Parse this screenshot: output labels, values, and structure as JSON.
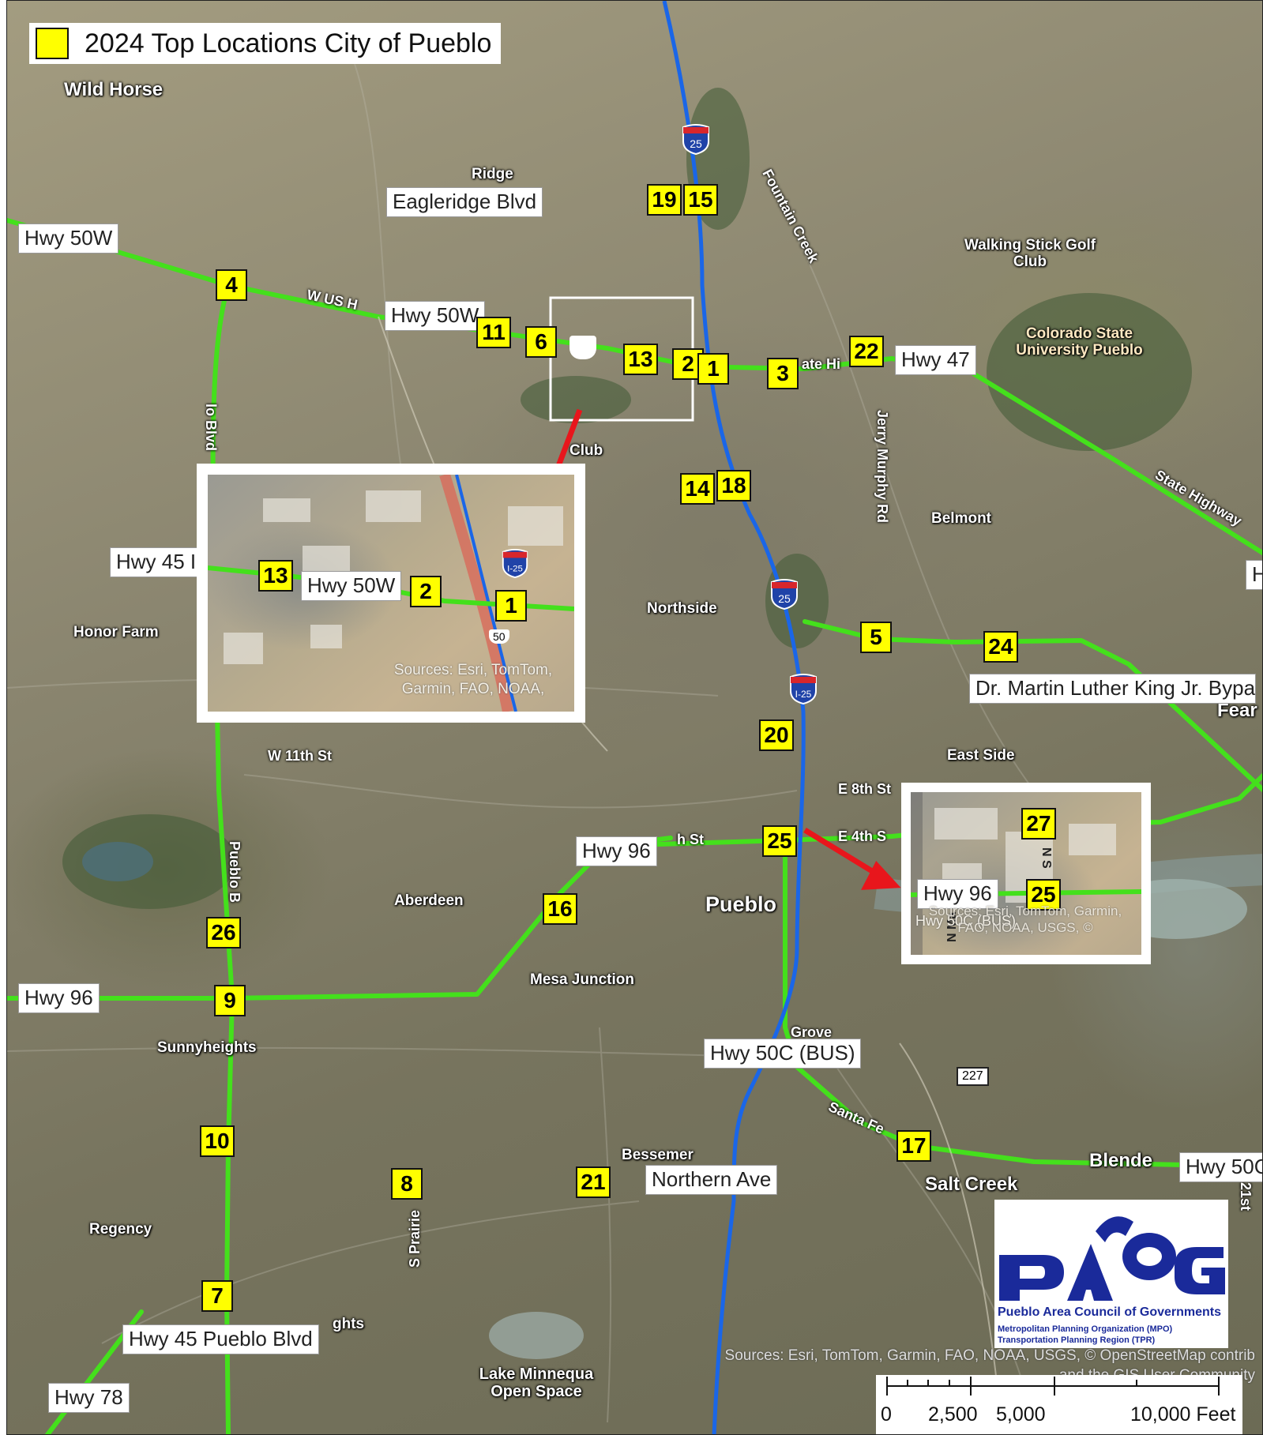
{
  "legend": {
    "label": "2024 Top Locations City of Pueblo",
    "color": "#ffff00"
  },
  "colors": {
    "highway": "#44e01c",
    "interstate": "#1a66e8",
    "arrow": "#e8161c",
    "pacog_blue": "#1a2a9a"
  },
  "highway_labels": {
    "hwy_50w_west": "Hwy 50W",
    "hwy_50w_main": "Hwy 50W",
    "eagleridge": "Eagleridge Blvd",
    "hwy_47": "Hwy 47",
    "hwy_45_partial": "Hwy 45 I",
    "edge_h": "H",
    "mlk": "Dr. Martin Luther King Jr. Bypa",
    "hwy_96_center": "Hwy 96",
    "hwy_96_west": "Hwy 96",
    "hwy_50c": "Hwy 50C (BUS)",
    "northern": "Northern Ave",
    "hwy_50c_east": "Hwy 50C",
    "hwy_45_pueblo": "Hwy 45 Pueblo Blvd",
    "hwy_78": "Hwy 78"
  },
  "locations": [
    {
      "id": "1"
    },
    {
      "id": "2"
    },
    {
      "id": "3"
    },
    {
      "id": "4"
    },
    {
      "id": "5"
    },
    {
      "id": "6"
    },
    {
      "id": "7"
    },
    {
      "id": "8"
    },
    {
      "id": "9"
    },
    {
      "id": "10"
    },
    {
      "id": "11"
    },
    {
      "id": "13"
    },
    {
      "id": "14"
    },
    {
      "id": "15"
    },
    {
      "id": "16"
    },
    {
      "id": "17"
    },
    {
      "id": "18"
    },
    {
      "id": "19"
    },
    {
      "id": "20"
    },
    {
      "id": "21"
    },
    {
      "id": "22"
    },
    {
      "id": "24"
    },
    {
      "id": "25"
    },
    {
      "id": "26"
    },
    {
      "id": "27"
    }
  ],
  "places": {
    "wild_horse": "Wild Horse",
    "ridge": "Ridge",
    "walking_stick": "Walking Stick Golf Club",
    "csu": "Colorado State University Pueblo",
    "club": "Club",
    "belmont": "Belmont",
    "northside": "Northside",
    "honor_farm": "Honor Farm",
    "w11th": "W 11th St",
    "east_side": "East Side",
    "e8th": "E 8th St",
    "e4th": "E 4th S",
    "aberdeen": "Aberdeen",
    "pueblo": "Pueblo",
    "mesa_junction": "Mesa Junction",
    "sunnyheights": "Sunnyheights",
    "bessemer": "Bessemer",
    "regency": "Regency",
    "salt_creek": "Salt Creek",
    "blende": "Blende",
    "lake_minnequa": "Lake Minnequa Open Space",
    "heights_partial": "ghts",
    "fear_partial": "Fear",
    "grove_partial": "Grove",
    "santa_fe_partial": "Santa Fe",
    "us_partial": "W US H",
    "ste_hi": "ate Hi",
    "ath_st": "h St",
    "fountain_creek": "Fountain Creek",
    "jerry_murphy": "Jerry Murphy Rd",
    "state_highway": "State Highway",
    "pueblo_blvd_v1": "lo Blvd",
    "pueblo_blvd_v2": "Pueblo B",
    "s_prairie": "S Prairie",
    "n_ma": "N Ma",
    "n_s": "N S",
    "st_21": "21st"
  },
  "shields": {
    "i25_a": "25",
    "i25_b": "25",
    "i25_c": "I-25",
    "i25_inset": "I-25",
    "us50_inset": "50",
    "sh227": "227"
  },
  "inset_nw": {
    "hwy_45": "Hwy 45 I",
    "hwy_50w": "Hwy 50W",
    "sources": "Sources: Esri, TomTom, Garmin, FAO, NOAA,"
  },
  "inset_e": {
    "hwy_96": "Hwy 96",
    "hwy_50c": "Hwy 50C (BUS)",
    "sources": "Sources: Esri, TomTom, Garmin, FAO, NOAA, USGS, ©"
  },
  "attribution": {
    "line1": "Sources: Esri, TomTom, Garmin, FAO, NOAA, USGS, © OpenStreetMap contrib",
    "line2": "and the GIS User Community"
  },
  "pacog": {
    "name": "Pueblo Area Council of Governments",
    "mpo": "Metropolitan Planning Organization (MPO)",
    "tpr": "Transportation Planning Region (TPR)"
  },
  "scale": {
    "t0": "0",
    "t1": "2,500",
    "t2": "5,000",
    "t3": "10,000 Feet"
  }
}
